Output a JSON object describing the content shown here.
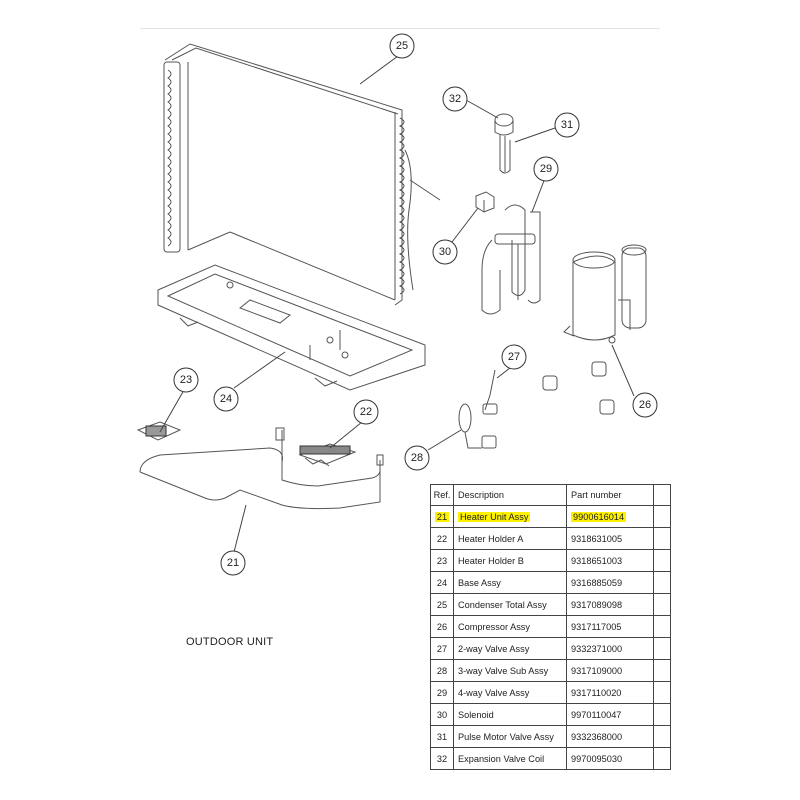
{
  "callouts": [
    "25",
    "32",
    "31",
    "29",
    "30",
    "27",
    "26",
    "23",
    "24",
    "22",
    "28",
    "21"
  ],
  "section_label": "OUTDOOR UNIT",
  "table": {
    "headers": [
      "Ref.",
      "Description",
      "Part number"
    ],
    "highlight_color": "#fff200",
    "rows": [
      {
        "ref": "21",
        "desc": "Heater Unit Assy",
        "part": "9900616014",
        "highlight": true
      },
      {
        "ref": "22",
        "desc": "Heater Holder A",
        "part": "9318631005",
        "highlight": false
      },
      {
        "ref": "23",
        "desc": "Heater Holder B",
        "part": "9318651003",
        "highlight": false
      },
      {
        "ref": "24",
        "desc": "Base Assy",
        "part": "9316885059",
        "highlight": false
      },
      {
        "ref": "25",
        "desc": "Condenser Total Assy",
        "part": "9317089098",
        "highlight": false
      },
      {
        "ref": "26",
        "desc": "Compressor Assy",
        "part": "9317117005",
        "highlight": false
      },
      {
        "ref": "27",
        "desc": "2-way Valve Assy",
        "part": "9332371000",
        "highlight": false
      },
      {
        "ref": "28",
        "desc": "3-way Valve Sub Assy",
        "part": "9317109000",
        "highlight": false
      },
      {
        "ref": "29",
        "desc": "4-way Valve Assy",
        "part": "9317110020",
        "highlight": false
      },
      {
        "ref": "30",
        "desc": "Solenoid",
        "part": "9970110047",
        "highlight": false
      },
      {
        "ref": "31",
        "desc": "Pulse Motor Valve Assy",
        "part": "9332368000",
        "highlight": false
      },
      {
        "ref": "32",
        "desc": "Expansion Valve Coil",
        "part": "9970095030",
        "highlight": false
      }
    ]
  }
}
